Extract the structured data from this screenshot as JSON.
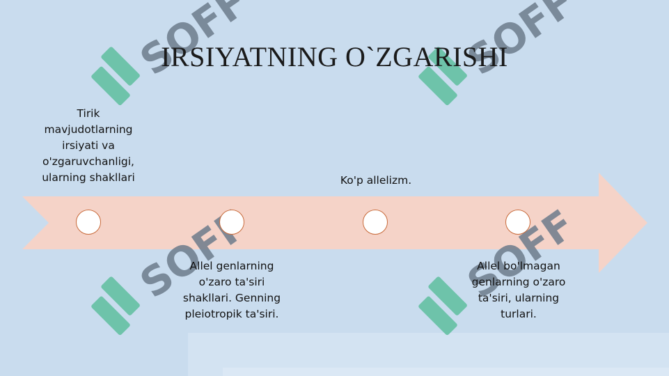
{
  "slide": {
    "title": "IRSIYATNING O`ZGARISHI",
    "watermark": "SOFF",
    "timeline": {
      "items": [
        {
          "text": "Tirik mavjudotlarning irsiyati va o'zgaruvchanligi, ularning shakllari"
        },
        {
          "text": "Allel genlarning o'zaro ta'siri shakllari. Genning pleiotropik ta'siri."
        },
        {
          "text": "Ko'p allelizm."
        },
        {
          "text": "Allel bo'lmagan genlarning o'zaro ta'siri, ularning turlari."
        }
      ]
    }
  },
  "colors": {
    "background": "#c9dcee",
    "arrow_fill": "#f5d3c8",
    "node_border": "#c86a3a",
    "watermark_gray": "#6d7c8c",
    "watermark_teal": "#5fbf9f"
  }
}
